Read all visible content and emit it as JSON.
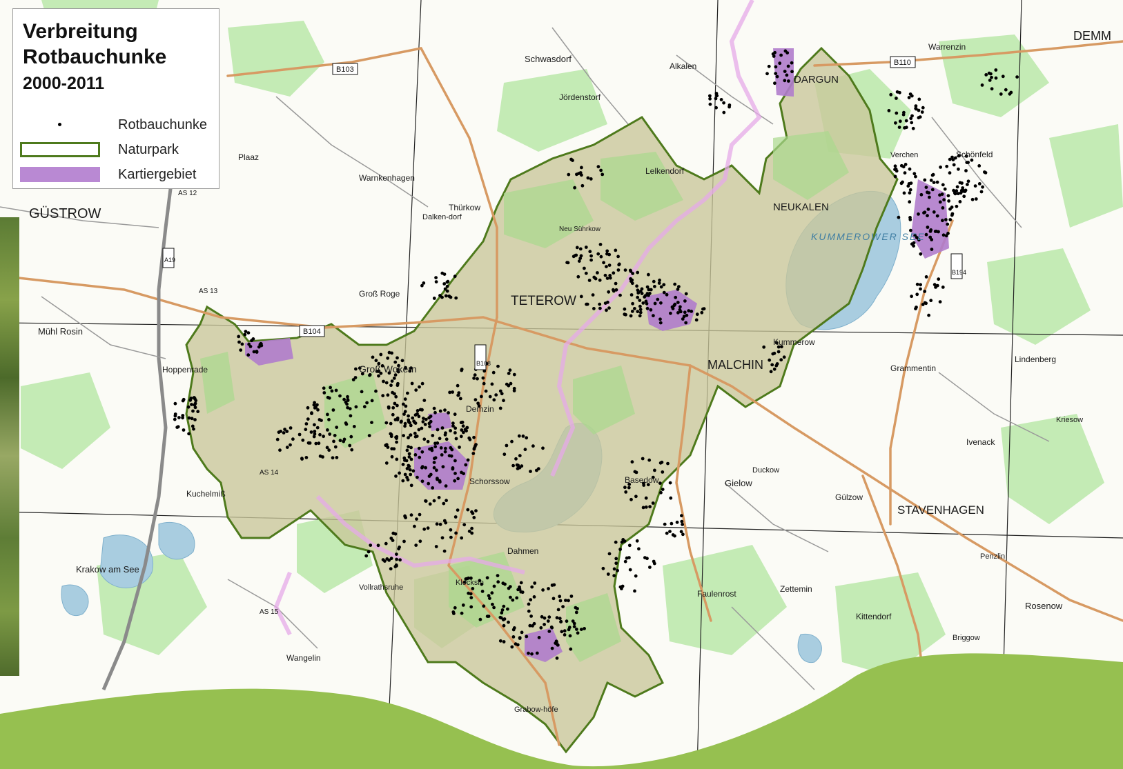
{
  "legend": {
    "title_line1": "Verbreitung",
    "title_line2": "Rotbauchunke",
    "years": "2000-2011",
    "items": [
      {
        "label": "Rotbauchunke",
        "symbol": "dot"
      },
      {
        "label": "Naturpark",
        "symbol": "outline"
      },
      {
        "label": "Kartiergebiet",
        "symbol": "fill"
      }
    ]
  },
  "colors": {
    "park_outline": "#4e7a1c",
    "park_fill": "#c9c79a",
    "survey_area": "#b07ccc",
    "forest": "#bfe8b0",
    "water": "#a9cde0",
    "bottom_wave": "#96c050",
    "occurrence_dot": "#000000"
  },
  "places": {
    "major": [
      "GÜSTROW",
      "TETEROW",
      "MALCHIN",
      "NEUKALEN",
      "DARGUN",
      "STAVENHAGEN",
      "DEMM"
    ],
    "towns": [
      "Groß Wokern",
      "Hoppenrade",
      "Kuchelmiß",
      "Krakow am See",
      "Gielow",
      "Duckow",
      "Kummerow",
      "Basedow",
      "Jördenstorf",
      "Schwasdorf",
      "Thürkow",
      "Warnkenhagen",
      "Groß Roge",
      "Mühl Rosin",
      "Faulenrost",
      "Kittendorf",
      "Rosenow",
      "Ivenack",
      "Grammentin",
      "Lindenberg",
      "Gülzow",
      "Schönfeld",
      "Dahmen",
      "Demzin",
      "Schorssow",
      "Zettemin",
      "Neu Sührkow",
      "Lelkendorf",
      "Alkalen",
      "Warrenzin",
      "Plaaz",
      "Dalken-dorf",
      "Kriesow",
      "Briggow",
      "Wangelin",
      "Vollrathsruhe",
      "Grabow-höfe",
      "Klocksin",
      "Penzlin",
      "Verchen"
    ],
    "lake_label": "KUMMEROWER SEE",
    "road_labels": [
      "B103",
      "B104",
      "B108",
      "B110",
      "B194",
      "A19",
      "AS 12",
      "AS 13",
      "AS 14",
      "AS 15"
    ]
  },
  "occurrences": {
    "description_label": "Rotbauchunke"
  }
}
